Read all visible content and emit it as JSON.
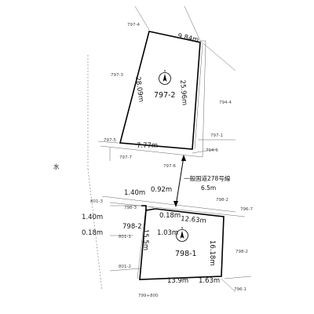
{
  "upper_lot": {
    "lot_number": "797-2",
    "top_edge": "9.84m",
    "left_edge": "28.09m",
    "right_edge": "25.96m",
    "bottom_edge": "7.77m"
  },
  "lower_lot": {
    "lot_number": "798-1",
    "top_edge": "12.63m",
    "left_edge": "15.5m",
    "right_edge": "16.18m",
    "bottom_edge": "13.9m",
    "bottom_right_offset": "1.63m",
    "inner_left_offset": "1.03m",
    "top_left_offset": "0.18m"
  },
  "small_lot": {
    "lot_number": "798-2",
    "dim_a": "1.40m",
    "dim_b": "1.40m",
    "dim_c": "0.18m"
  },
  "road": {
    "name": "一般国道278号線",
    "width": "6.5m",
    "gap": "0.92m"
  },
  "water_label": "水",
  "neighbor_lots": {
    "n797_4_top": "797-4",
    "n797_3": "797-3",
    "n794_4": "794-4",
    "n797_1": "797-1",
    "n797_5": "797-5",
    "n797_7": "797-7",
    "n794_6": "794-6",
    "n797_6": "797-6",
    "n801_3": "801-3",
    "n798_3": "798-3",
    "n798_2_top": "798-2",
    "n796_7": "796-7",
    "n801_1": "801-1",
    "n798_2_right": "798-2",
    "n801_2": "801-2",
    "n796_1": "796-1",
    "n799_800": "799+800"
  }
}
